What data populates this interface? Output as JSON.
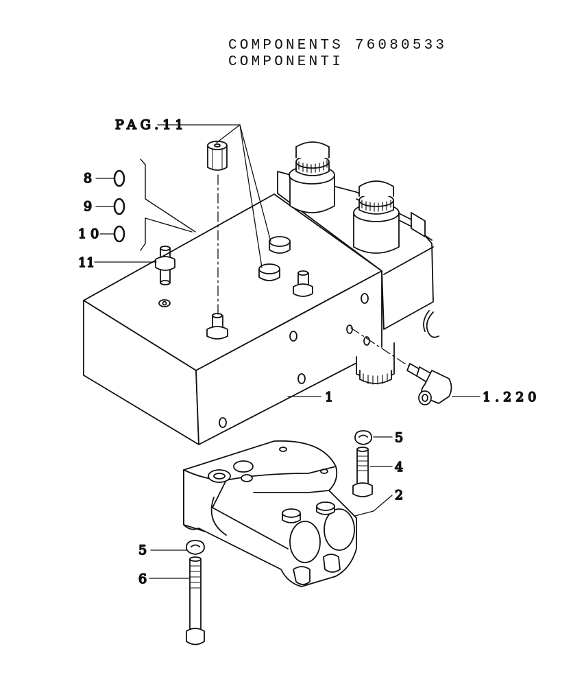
{
  "header": {
    "line1": "COMPONENTS 76080533",
    "line2": "COMPONENTI"
  },
  "callouts": {
    "pag": "PAG.11",
    "c8": "8",
    "c9": "9",
    "c10": "10",
    "c11": "11",
    "c1": "1",
    "c1220": "1.220",
    "c5a": "5",
    "c4": "4",
    "c2": "2",
    "c5b": "5",
    "c6": "6"
  },
  "colors": {
    "ink": "#111111",
    "paper": "#ffffff"
  }
}
